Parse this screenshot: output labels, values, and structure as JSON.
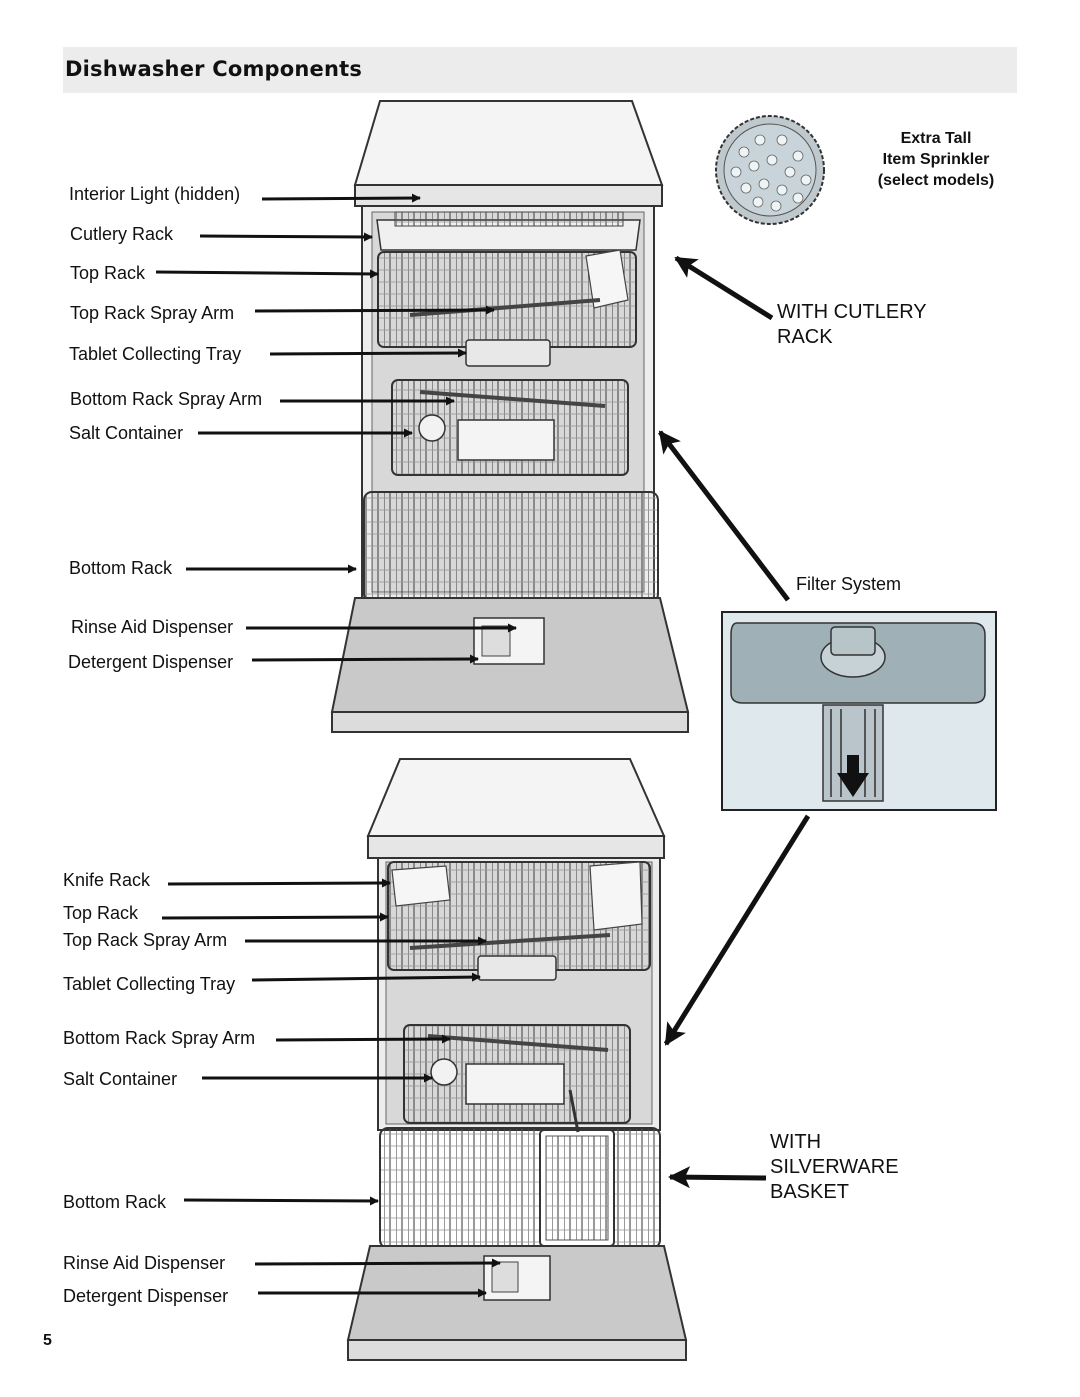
{
  "header": {
    "title": "Dishwasher Components"
  },
  "page_number": "5",
  "sprinkler": {
    "label_line1": "Extra Tall",
    "label_line2": "Item Sprinkler",
    "label_line3": "(select models)"
  },
  "top_diagram": {
    "caption_line1": "WITH CUTLERY",
    "caption_line2": "RACK",
    "labels": [
      "Interior Light (hidden)",
      "Cutlery Rack",
      "Top Rack",
      "Top Rack Spray Arm",
      "Tablet Collecting Tray",
      "Bottom Rack Spray Arm",
      "Salt Container",
      "Bottom Rack",
      "Rinse Aid Dispenser",
      "Detergent Dispenser"
    ]
  },
  "filter": {
    "label": "Filter System"
  },
  "bottom_diagram": {
    "caption_line1": "WITH",
    "caption_line2": "SILVERWARE",
    "caption_line3": "BASKET",
    "labels": [
      "Knife Rack",
      "Top Rack",
      "Top Rack Spray Arm",
      "Tablet Collecting Tray",
      "Bottom Rack Spray Arm",
      "Salt Container",
      "Bottom Rack",
      "Rinse Aid Dispenser",
      "Detergent Dispenser"
    ]
  }
}
